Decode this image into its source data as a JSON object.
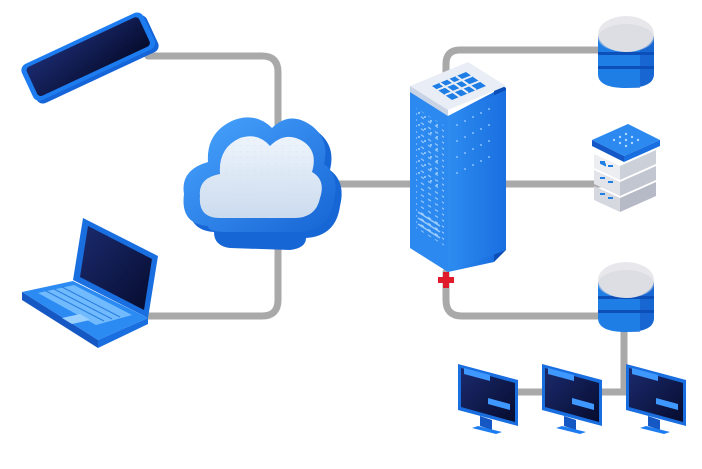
{
  "diagram": {
    "nodes": [
      {
        "id": "phone",
        "icon": "smartphone-icon"
      },
      {
        "id": "laptop",
        "icon": "laptop-icon"
      },
      {
        "id": "cloud",
        "icon": "cloud-icon"
      },
      {
        "id": "server",
        "icon": "server-tower-icon"
      },
      {
        "id": "db-top",
        "icon": "database-icon"
      },
      {
        "id": "server-rack",
        "icon": "server-rack-icon"
      },
      {
        "id": "db-bottom",
        "icon": "database-icon"
      },
      {
        "id": "monitor-1",
        "icon": "monitor-icon"
      },
      {
        "id": "monitor-2",
        "icon": "monitor-icon"
      },
      {
        "id": "monitor-3",
        "icon": "monitor-icon"
      }
    ],
    "links": [
      {
        "from": "phone",
        "to": "cloud"
      },
      {
        "from": "laptop",
        "to": "cloud"
      },
      {
        "from": "cloud",
        "to": "server"
      },
      {
        "from": "server",
        "to": "db-top"
      },
      {
        "from": "server",
        "to": "server-rack"
      },
      {
        "from": "server",
        "to": "db-bottom"
      },
      {
        "from": "db-bottom",
        "to": "monitor-1"
      },
      {
        "from": "db-bottom",
        "to": "monitor-2"
      },
      {
        "from": "db-bottom",
        "to": "monitor-3"
      }
    ]
  },
  "colors": {
    "connector": "#a9a9a9",
    "primary_blue": "#1e7ee6",
    "dark_blue": "#0d4fb8",
    "light_blue": "#5fb3ff",
    "cloud_face": "#dfe9f5",
    "screen": "#0c1440",
    "db_top": "#e8e8ec",
    "accent_red": "#e01c2c"
  }
}
